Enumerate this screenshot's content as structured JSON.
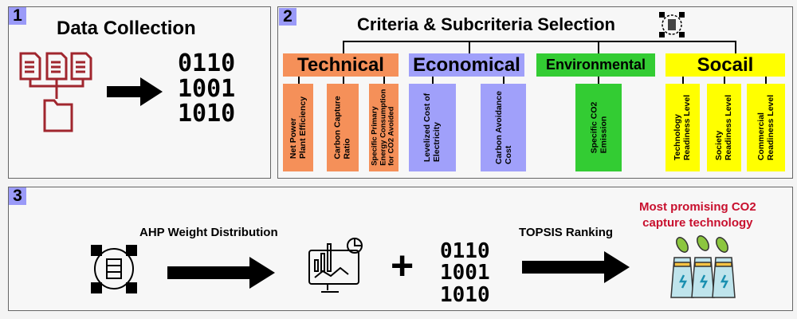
{
  "panel1": {
    "number": "1",
    "title": "Data Collection",
    "binary": "0110\n1001\n1010"
  },
  "panel2": {
    "number": "2",
    "title": "Criteria & Subcriteria Selection",
    "criteria": [
      {
        "name": "Technical",
        "sub": [
          "Net Power\nPlant Efficiency",
          "Carbon Capture\nRatio",
          "Specific Primary\nEnergy Consumption\nfor CO2 Avoided"
        ]
      },
      {
        "name": "Economical",
        "sub": [
          "Levelized Cost of\nElectricity",
          "Carbon Avoidance\nCost"
        ]
      },
      {
        "name": "Environmental",
        "sub": [
          "Specific CO2\nEmission"
        ]
      },
      {
        "name": "Socail",
        "sub": [
          "Technology\nReadiness Level",
          "Society\nReadiness Level",
          "Commercial\nReadiness Level"
        ]
      }
    ]
  },
  "panel3": {
    "number": "3",
    "ahp": "AHP Weight Distribution",
    "topsis": "TOPSIS Ranking",
    "plus": "+",
    "binary": "0110\n1001\n1010",
    "result": "Most promising CO2\ncapture technology"
  },
  "colors": {
    "technical": "#f59059",
    "economical": "#a0a0fa",
    "environmental": "#33cc33",
    "social": "#ffff00",
    "result": "#c8102e"
  }
}
